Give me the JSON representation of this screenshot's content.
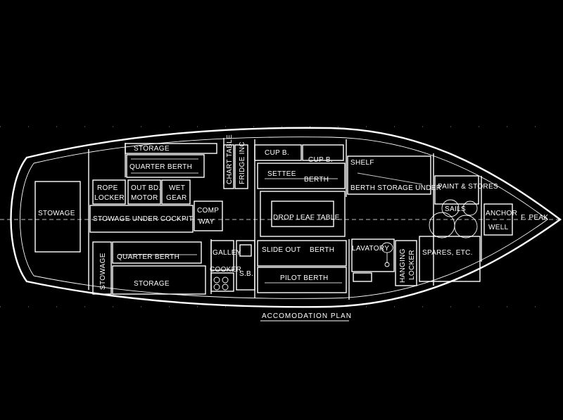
{
  "colors": {
    "background": "#000000",
    "lines": "#ffffff"
  },
  "title": "ACCOMODATION  PLAN",
  "labels": {
    "storage_top": "STORAGE",
    "quarter_berth_top": "QUARTER BERTH",
    "chart_table": "CHART TABLE",
    "fridge": "FRIDGE INC",
    "cup_b_1": "CUP B.",
    "cup_b_2": "CUP B.",
    "settee": "SETTEE",
    "berth_settee": "BERTH",
    "shelf": "SHELF",
    "berth_storage_under": "BERTH STORAGE UNDER",
    "paint_stores": "PAINT & STORES",
    "sails": "SAILS",
    "anchor": "ANCHOR",
    "well": "WELL",
    "f_peak": "F. PEAK",
    "rope": "ROPE",
    "locker": "LOCKER",
    "outbd": "OUT BD.",
    "motor": "MOTOR",
    "wet": "WET",
    "gear": "GEAR",
    "stowage_aft": "STOWAGE",
    "stowage_under_cockpit": "STOWAGE UNDER COCKPIT",
    "comp": "COMP",
    "way": "WAY",
    "drop_leaf_table": "DROP LEAF TABLE",
    "stowage_side": "STOWAGE",
    "quarter_berth_bottom": "QUARTER BERTH",
    "storage_bottom": "STORAGE",
    "galley": "GALLEY",
    "cooker": "COOKER",
    "sb": "S.B.",
    "slide_out": "SLIDE OUT",
    "berth_slide": "BERTH",
    "pilot_berth": "PILOT BERTH",
    "lavatory": "LAVATORY",
    "hanging": "HANGING",
    "locker_hanging": "LOCKER",
    "spares": "SPARES, ETC."
  }
}
